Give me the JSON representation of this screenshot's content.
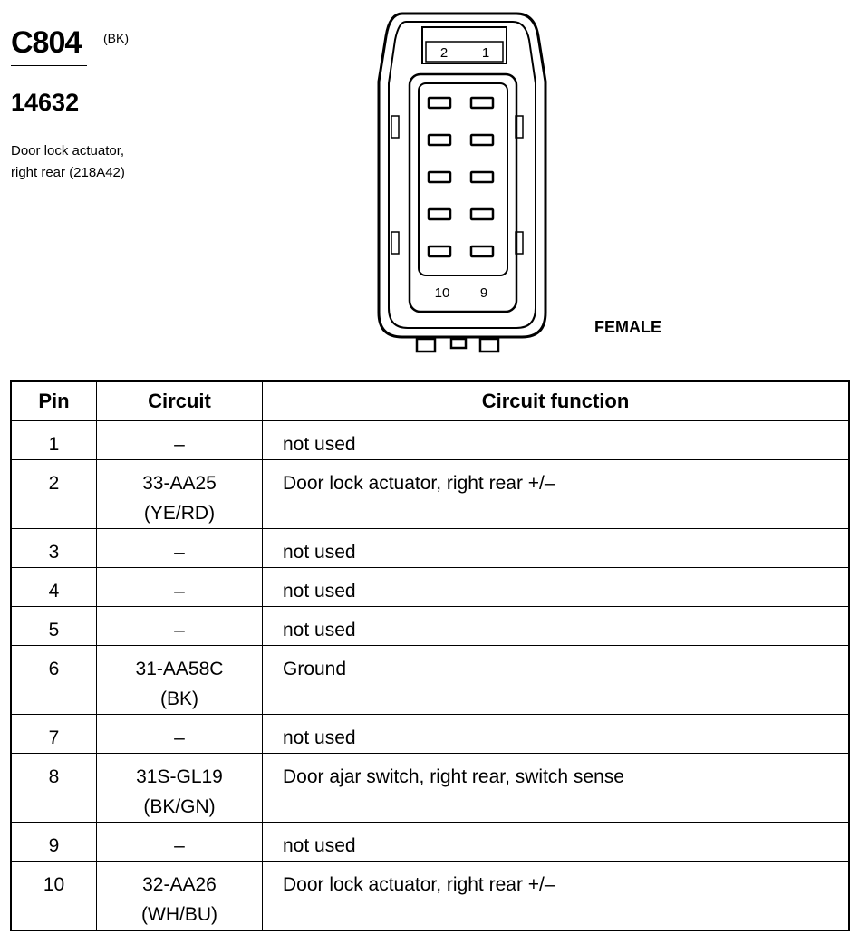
{
  "connector": {
    "id": "C804",
    "color_code": "(BK)",
    "part_number": "14632",
    "description_lines": [
      "Door lock actuator,",
      "right rear (218A42)"
    ],
    "gender": "FEMALE"
  },
  "diagram": {
    "top_pin_labels": [
      "2",
      "1"
    ],
    "bottom_pin_labels": [
      "10",
      "9"
    ]
  },
  "table": {
    "headers": {
      "pin": "Pin",
      "circuit": "Circuit",
      "function": "Circuit function"
    },
    "rows": [
      {
        "pin": "1",
        "circuit": "–",
        "circuit_color": "",
        "function": "not used"
      },
      {
        "pin": "2",
        "circuit": "33-AA25",
        "circuit_color": "(YE/RD)",
        "function": "Door lock actuator, right rear  +/–"
      },
      {
        "pin": "3",
        "circuit": "–",
        "circuit_color": "",
        "function": "not used"
      },
      {
        "pin": "4",
        "circuit": "–",
        "circuit_color": "",
        "function": "not used"
      },
      {
        "pin": "5",
        "circuit": "–",
        "circuit_color": "",
        "function": "not used"
      },
      {
        "pin": "6",
        "circuit": "31-AA58C",
        "circuit_color": "(BK)",
        "function": "Ground"
      },
      {
        "pin": "7",
        "circuit": "–",
        "circuit_color": "",
        "function": "not used"
      },
      {
        "pin": "8",
        "circuit": "31S-GL19",
        "circuit_color": "(BK/GN)",
        "function": "Door ajar switch, right rear, switch sense"
      },
      {
        "pin": "9",
        "circuit": "–",
        "circuit_color": "",
        "function": "not used"
      },
      {
        "pin": "10",
        "circuit": "32-AA26",
        "circuit_color": "(WH/BU)",
        "function": "Door lock actuator, right rear  +/–"
      }
    ]
  }
}
